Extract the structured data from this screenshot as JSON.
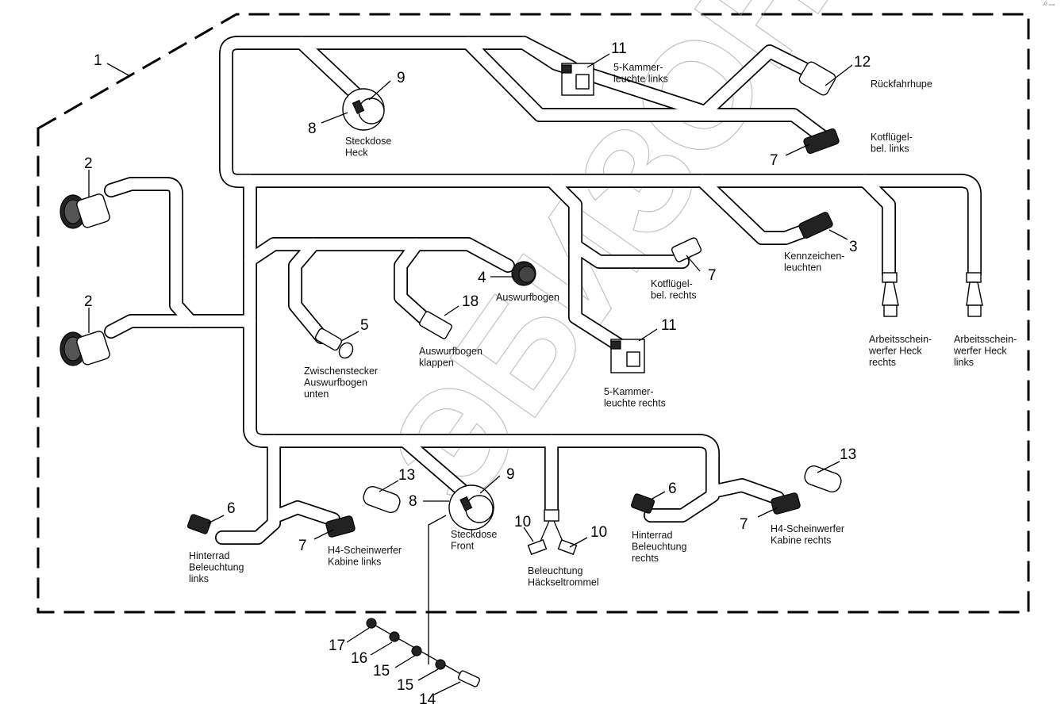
{
  "corner_tag": "◦ᴳ ▫▫▫",
  "watermark": "ЭБИЗОН",
  "callouts": [
    {
      "id": "c1",
      "num": "1"
    },
    {
      "id": "c2a",
      "num": "2"
    },
    {
      "id": "c2b",
      "num": "2"
    },
    {
      "id": "c3",
      "num": "3"
    },
    {
      "id": "c4",
      "num": "4"
    },
    {
      "id": "c5",
      "num": "5"
    },
    {
      "id": "c6a",
      "num": "6"
    },
    {
      "id": "c6b",
      "num": "6"
    },
    {
      "id": "c7a",
      "num": "7"
    },
    {
      "id": "c7b",
      "num": "7"
    },
    {
      "id": "c7c",
      "num": "7"
    },
    {
      "id": "c7d",
      "num": "7"
    },
    {
      "id": "c8a",
      "num": "8"
    },
    {
      "id": "c8b",
      "num": "8"
    },
    {
      "id": "c9a",
      "num": "9"
    },
    {
      "id": "c9b",
      "num": "9"
    },
    {
      "id": "c10a",
      "num": "10"
    },
    {
      "id": "c10b",
      "num": "10"
    },
    {
      "id": "c11a",
      "num": "11"
    },
    {
      "id": "c11b",
      "num": "11"
    },
    {
      "id": "c12",
      "num": "12"
    },
    {
      "id": "c13a",
      "num": "13"
    },
    {
      "id": "c13b",
      "num": "13"
    },
    {
      "id": "c14",
      "num": "14"
    },
    {
      "id": "c15a",
      "num": "15"
    },
    {
      "id": "c15b",
      "num": "15"
    },
    {
      "id": "c16",
      "num": "16"
    },
    {
      "id": "c17",
      "num": "17"
    },
    {
      "id": "c18",
      "num": "18"
    }
  ],
  "labels": {
    "steckdose_heck": [
      "Steckdose",
      "Heck"
    ],
    "kammer_links": [
      "5-Kammer-",
      "leuchte links"
    ],
    "rueckfahrhupe": [
      "Rückfahrhupe"
    ],
    "kotfluegel_links": [
      "Kotflügel-",
      "bel. links"
    ],
    "kennzeichen": [
      "Kennzeichen-",
      "leuchten"
    ],
    "kotfluegel_rechts": [
      "Kotflügel-",
      "bel. rechts"
    ],
    "auswurfbogen": [
      "Auswurfbogen"
    ],
    "auswurfbogen_klappen": [
      "Auswurfbogen",
      "klappen"
    ],
    "zwischenstecker": [
      "Zwischenstecker",
      "Auswurfbogen",
      "unten"
    ],
    "kammer_rechts": [
      "5-Kammer-",
      "leuchte rechts"
    ],
    "arbeits_heck_rechts": [
      "Arbeitsschein-",
      "werfer Heck",
      "rechts"
    ],
    "arbeits_heck_links": [
      "Arbeitsschein-",
      "werfer Heck",
      "links"
    ],
    "hinterrad_links": [
      "Hinterrad",
      "Beleuchtung",
      "links"
    ],
    "h4_kabine_links": [
      "H4-Scheinwerfer",
      "Kabine links"
    ],
    "steckdose_front": [
      "Steckdose",
      "Front"
    ],
    "beleuchtung_haecksel": [
      "Beleuchtung",
      "Häckseltrommel"
    ],
    "hinterrad_rechts": [
      "Hinterrad",
      "Beleuchtung",
      "rechts"
    ],
    "h4_kabine_rechts": [
      "H4-Scheinwerfer",
      "Kabine rechts"
    ]
  }
}
